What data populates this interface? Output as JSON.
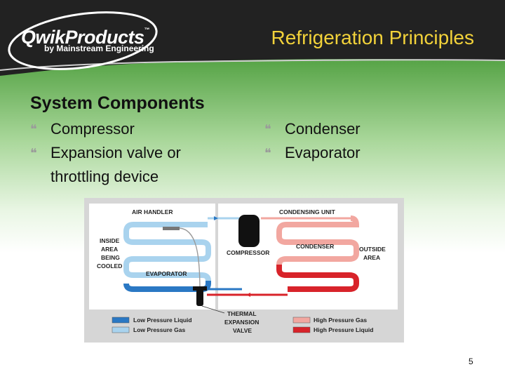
{
  "header": {
    "logo_main": "QwikProducts",
    "logo_tm": "™",
    "logo_sub": "by Mainstream Engineering",
    "deck_title": "Refrigeration Principles"
  },
  "slide": {
    "section_title": "System Components",
    "bullet_glyph": "❝",
    "left_bullets": [
      "Compressor",
      "Expansion valve or throttling device"
    ],
    "right_bullets": [
      "Condenser",
      "Evaporator"
    ],
    "page_number": "5"
  },
  "diagram": {
    "air_handler": "AIR HANDLER",
    "condensing_unit": "CONDENSING UNIT",
    "inside_area": [
      "INSIDE",
      "AREA",
      "BEING",
      "COOLED"
    ],
    "outside_area": [
      "OUTSIDE",
      "AREA"
    ],
    "compressor": "COMPRESSOR",
    "condenser": "CONDENSER",
    "evaporator": "EVAPORATOR",
    "thermal_expansion_valve": [
      "THERMAL",
      "EXPANSION",
      "VALVE"
    ],
    "legend": {
      "low_pressure_liquid": "Low Pressure Liquid",
      "low_pressure_gas": "Low Pressure Gas",
      "high_pressure_gas": "High Pressure Gas",
      "high_pressure_liquid": "High Pressure Liquid"
    },
    "colors": {
      "low_pressure_liquid": "#2a78c4",
      "low_pressure_gas": "#a9d3ee",
      "high_pressure_gas": "#f2a7a0",
      "high_pressure_liquid": "#d8232a"
    }
  }
}
